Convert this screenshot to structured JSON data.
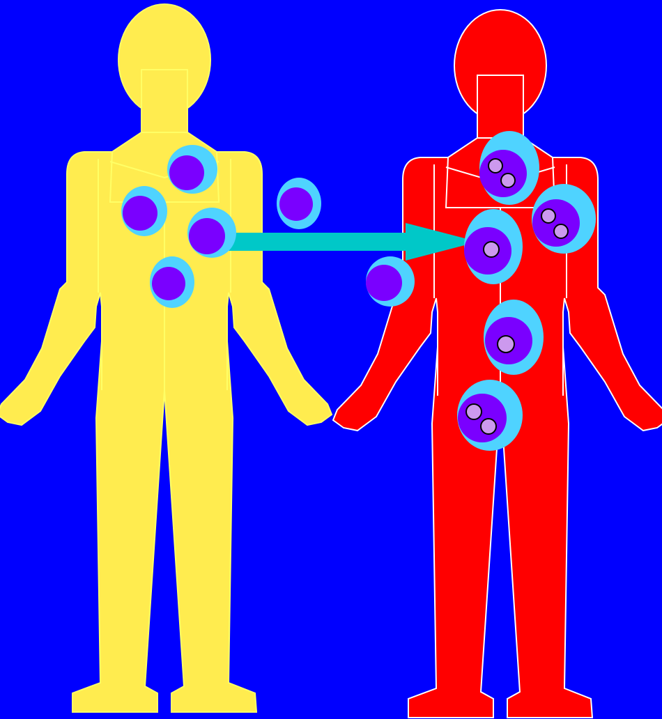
{
  "colors": {
    "background": "#0000ff",
    "donor_body": "#ffec4f",
    "donor_outline": "#ffff66",
    "recipient_body": "#ff0000",
    "recipient_outline": "#ffffff",
    "cell_outer": "#4fd3ff",
    "cell_nucleus": "#7a00ff",
    "inclusion": "#cc99ee",
    "arrow": "#00c8c8"
  },
  "figures": [
    {
      "id": "donor",
      "role": "healthy-body"
    },
    {
      "id": "recipient",
      "role": "infected-body"
    }
  ],
  "donor_cells": [
    {
      "inclusions": 0
    },
    {
      "inclusions": 0
    },
    {
      "inclusions": 0
    },
    {
      "inclusions": 0
    }
  ],
  "transfer_cells": [
    {
      "inclusions": 0
    },
    {
      "inclusions": 0
    }
  ],
  "recipient_cells": [
    {
      "inclusions": 2
    },
    {
      "inclusions": 2
    },
    {
      "inclusions": 1
    },
    {
      "inclusions": 1
    },
    {
      "inclusions": 2
    }
  ]
}
